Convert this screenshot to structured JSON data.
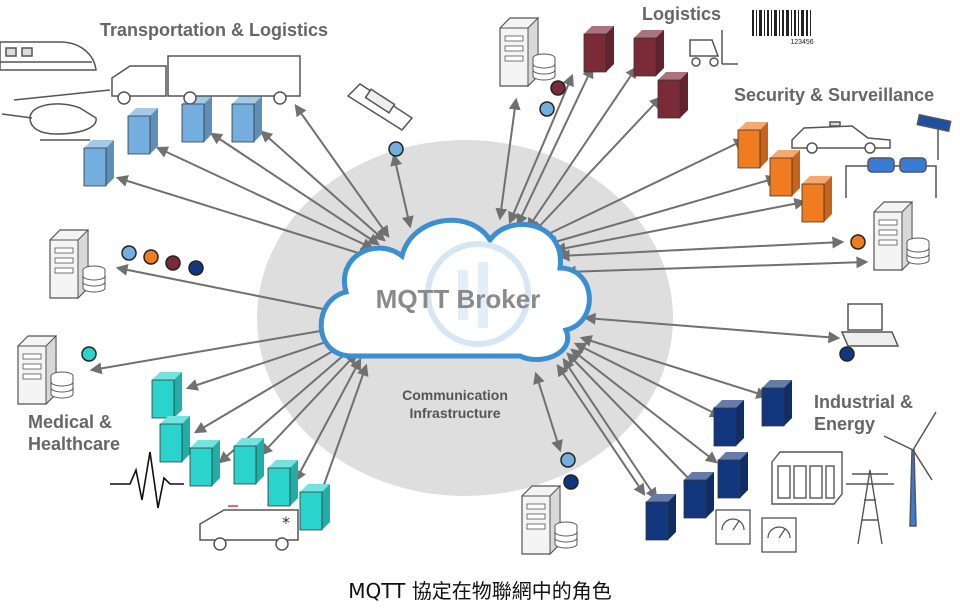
{
  "groups": {
    "transport": "Transportation & Logistics",
    "logistics": "Logistics",
    "security": "Security & Surveillance",
    "medical_line1": "Medical &",
    "medical_line2": "Healthcare",
    "industrial_line1": "Industrial &",
    "industrial_line2": "Energy"
  },
  "broker": {
    "label": "MQTT Broker",
    "infra_line1": "Communication",
    "infra_line2": "Infrastructure"
  },
  "barcode_number": "123456",
  "caption": "MQTT 協定在物聯網中的角色",
  "colors": {
    "transport": "#74aede",
    "logistics": "#7b2a38",
    "security": "#f07c22",
    "medical": "#2ad3cc",
    "industrial": "#13377f",
    "cloud_edge": "#3a8fd0",
    "ellipse": "#dcdcdc",
    "arrow": "#707070"
  }
}
